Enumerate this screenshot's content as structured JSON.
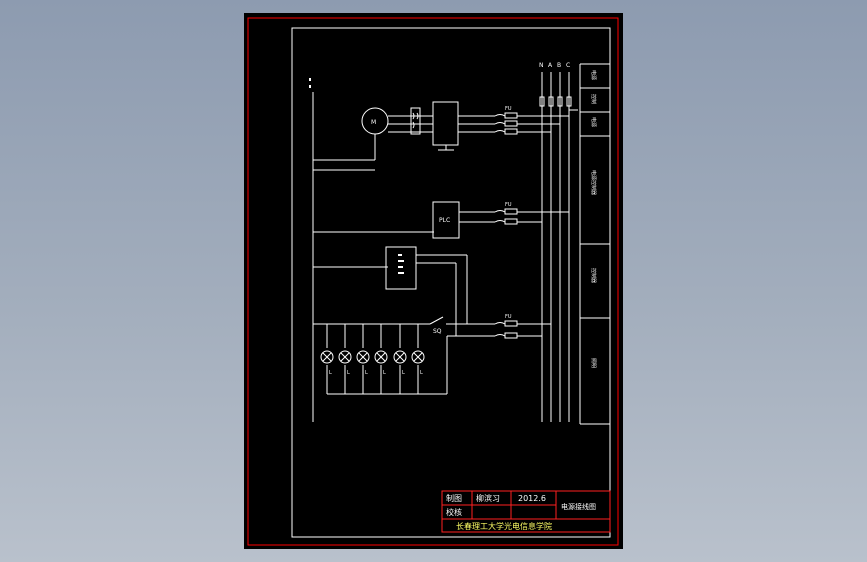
{
  "colors": {
    "background_top": "#8d9bb0",
    "paper": "#000000",
    "frame": "#ff0000",
    "wire": "#ffffff",
    "text_red": "#ff4040",
    "text_yellow": "#ffff66"
  },
  "diagram": {
    "phase_labels": [
      "N",
      "A",
      "B",
      "C"
    ],
    "motor_label": "M",
    "plc_label": "PLC",
    "switch_label": "SQ",
    "fuse_label": "FU",
    "lamp_label": "L",
    "lamp_count": 6,
    "side_sections": [
      "电源",
      "控制",
      "电源",
      "电源控制器",
      "控制器",
      "照明"
    ]
  },
  "title_block": {
    "designer_label": "制图",
    "designer_name": "柳滨习",
    "date": "2012.6",
    "checker_label": "校核",
    "drawing_title": "电源接线图",
    "organization": "长春理工大学光电信息学院"
  }
}
